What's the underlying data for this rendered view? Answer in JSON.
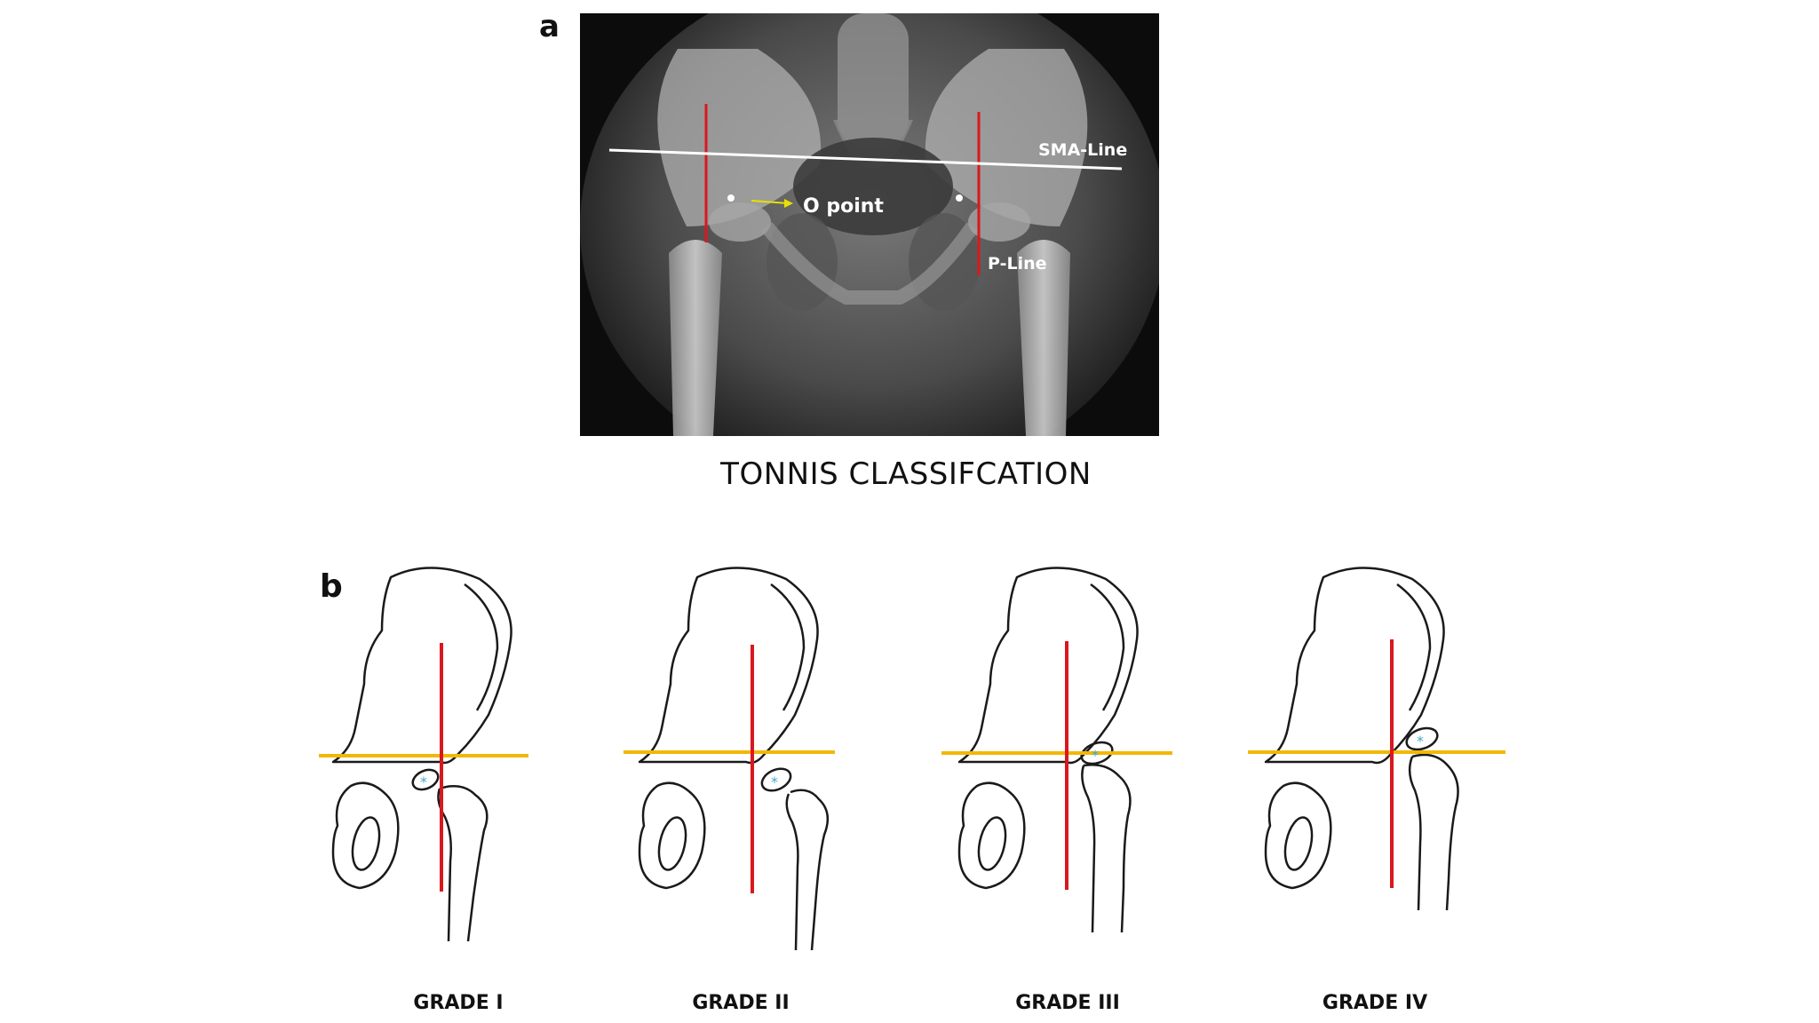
{
  "panel_a": {
    "letter": "a",
    "labels": {
      "sma_line": "SMA-Line",
      "o_point": "O point",
      "p_line": "P-Line"
    }
  },
  "title": "TONNIS CLASSIFCATION",
  "panel_b": {
    "letter": "b",
    "grades": [
      {
        "label": "GRADE I"
      },
      {
        "label": "GRADE II"
      },
      {
        "label": "GRADE III"
      },
      {
        "label": "GRADE IV"
      }
    ]
  },
  "colors": {
    "vertical_line": "#d9181e",
    "horizontal_line": "#f2b705",
    "femoral_nucleus_marker": "#3fa9c9",
    "outline": "#1a1a1a",
    "arrow": "#e8e000"
  }
}
